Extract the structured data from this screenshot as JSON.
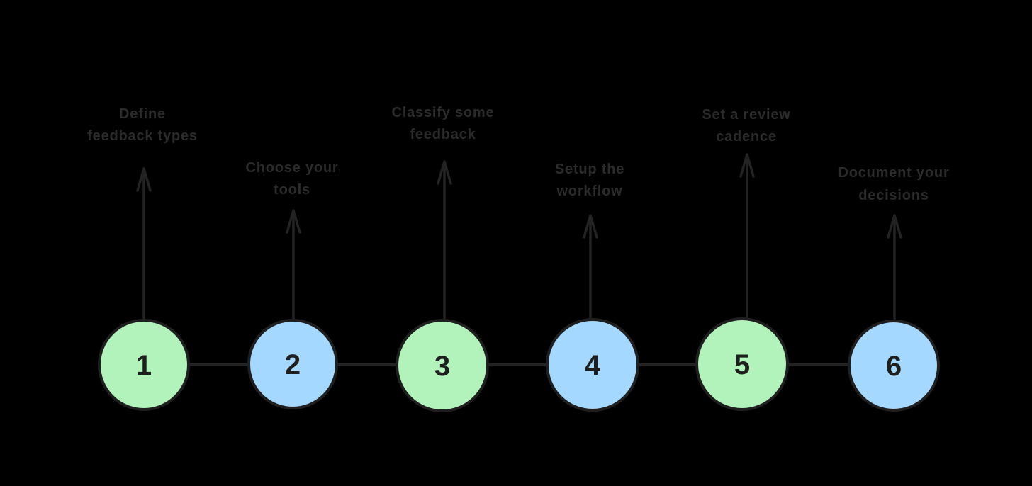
{
  "diagram": {
    "title": "feedback-workflow-steps",
    "background_color": "#000000",
    "stroke_color": "#232323",
    "text_color": "#2b2b2b",
    "green_fill": "#b2f2bb",
    "blue_fill": "#a5d8ff",
    "steps": [
      {
        "number": "1",
        "fill": "#b2f2bb",
        "label_lines": [
          "Define",
          "feedback types"
        ]
      },
      {
        "number": "2",
        "fill": "#a5d8ff",
        "label_lines": [
          "Choose your",
          "tools"
        ]
      },
      {
        "number": "3",
        "fill": "#b2f2bb",
        "label_lines": [
          "Classify some",
          "feedback"
        ]
      },
      {
        "number": "4",
        "fill": "#a5d8ff",
        "label_lines": [
          "Setup the",
          "workflow"
        ]
      },
      {
        "number": "5",
        "fill": "#b2f2bb",
        "label_lines": [
          "Set a review",
          "cadence"
        ]
      },
      {
        "number": "6",
        "fill": "#a5d8ff",
        "label_lines": [
          "Document your",
          "decisions"
        ]
      }
    ]
  }
}
